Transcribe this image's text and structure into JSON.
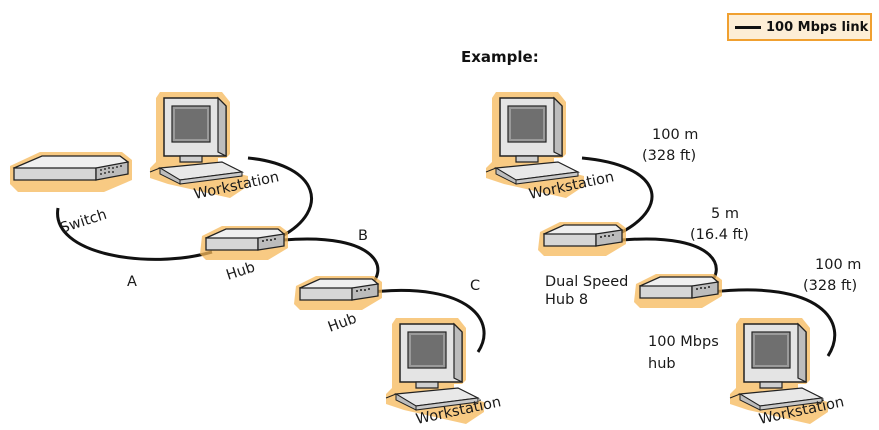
{
  "legend": {
    "label": "100 Mbps link"
  },
  "example_title": "Example:",
  "left_diagram": {
    "workstation_top": "Workstation",
    "switch": "Switch",
    "hub_1": "Hub",
    "hub_2": "Hub",
    "workstation_bottom": "Workstation",
    "segment_a": "A",
    "segment_b": "B",
    "segment_c": "C"
  },
  "right_diagram": {
    "workstation_top": "Workstation",
    "dual_speed_hub_line1": "Dual Speed",
    "dual_speed_hub_line2": "Hub 8",
    "mbps_hub_line1": "100 Mbps",
    "mbps_hub_line2": "hub",
    "workstation_bottom": "Workstation",
    "dist_1_m": "100 m",
    "dist_1_ft": "(328 ft)",
    "dist_2_m": "5 m",
    "dist_2_ft": "(16.4 ft)",
    "dist_3_m": "100 m",
    "dist_3_ft": "(328 ft)"
  },
  "colors": {
    "accent_orange": "#f0a030",
    "legend_fill": "#fdeed6",
    "device_gray": "#d9d9d9",
    "line": "#111111"
  },
  "icons": [
    "workstation-icon",
    "switch-icon",
    "hub-icon"
  ]
}
